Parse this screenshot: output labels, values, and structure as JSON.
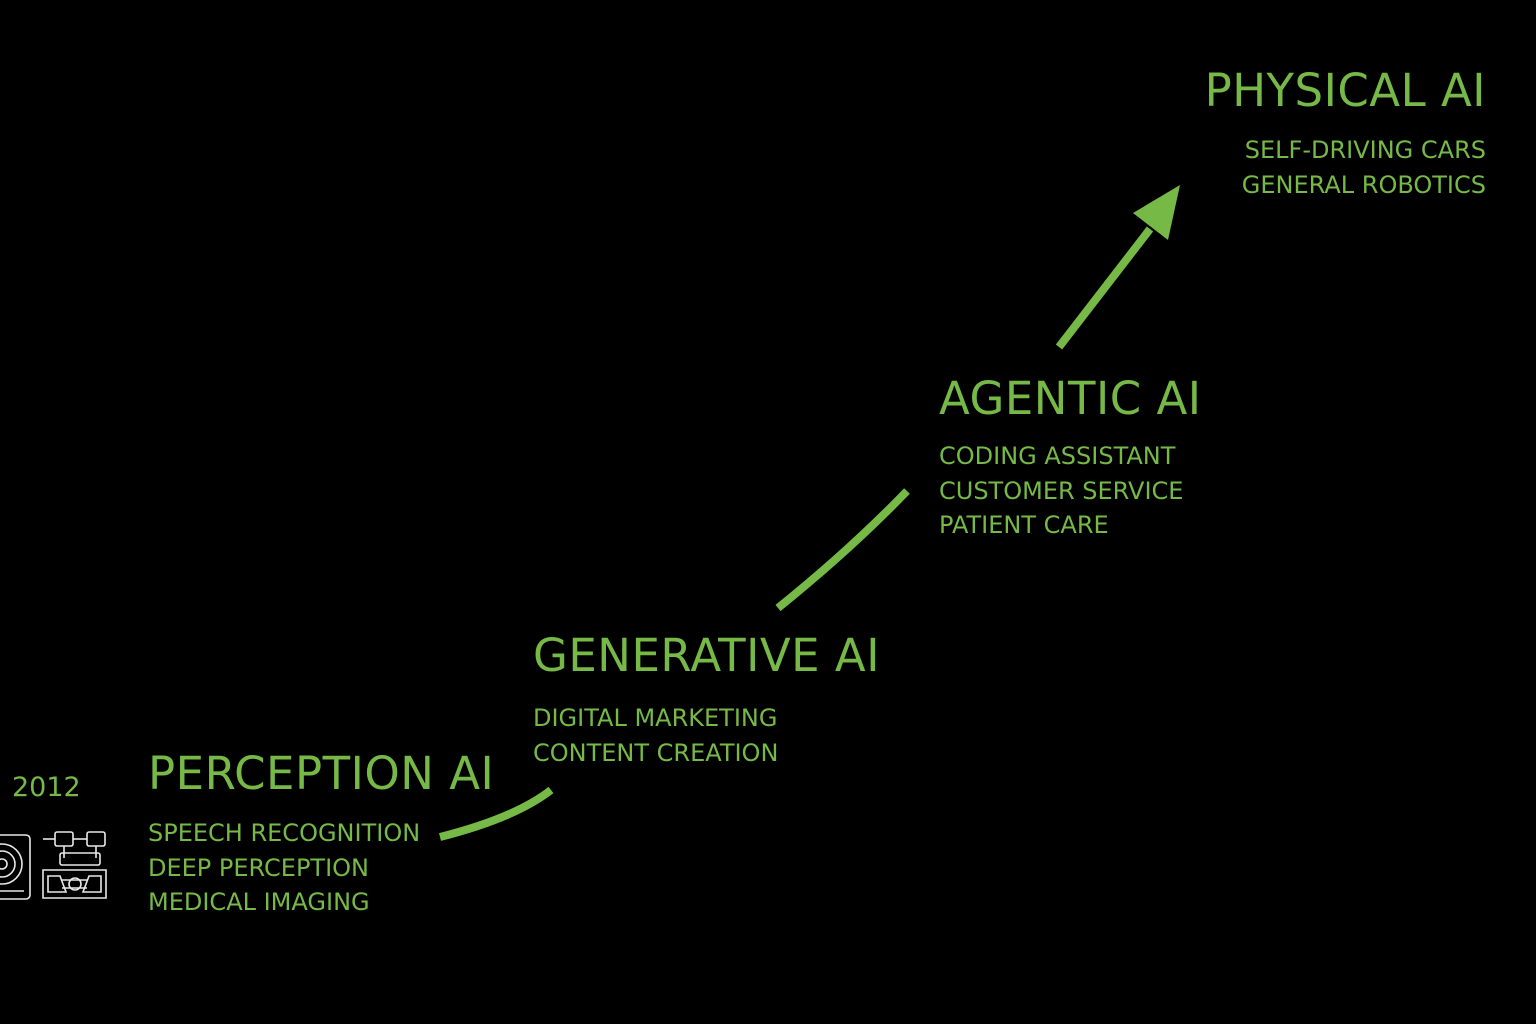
{
  "year": "2012",
  "stages": [
    {
      "title": "PERCEPTION AI",
      "items": [
        "SPEECH RECOGNITION",
        "DEEP PERCEPTION",
        "MEDICAL IMAGING"
      ]
    },
    {
      "title": "GENERATIVE AI",
      "items": [
        "DIGITAL MARKETING",
        "CONTENT CREATION"
      ]
    },
    {
      "title": "AGENTIC AI",
      "items": [
        "CODING ASSISTANT",
        "CUSTOMER SERVICE",
        "PATIENT CARE"
      ]
    },
    {
      "title": "PHYSICAL AI",
      "items": [
        "SELF-DRIVING CARS",
        "GENERAL ROBOTICS"
      ]
    }
  ],
  "icons": [
    "disc-device-icon",
    "robot-machine-icon"
  ],
  "colors": {
    "background": "#000000",
    "accent": "#76b947",
    "icon_stroke": "#e8e8e8"
  }
}
